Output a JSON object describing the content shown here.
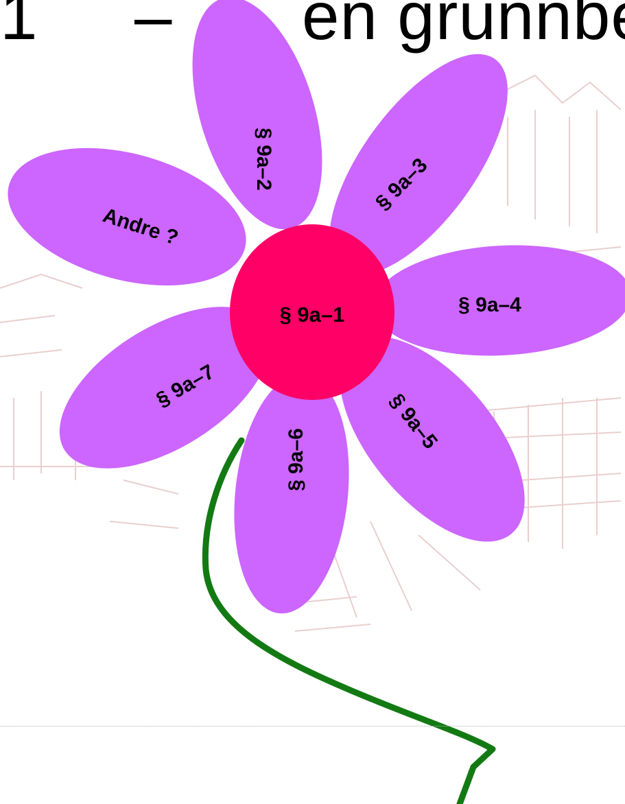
{
  "heading": {
    "number": "1",
    "dash": "–",
    "text": "en grunnbe"
  },
  "flower": {
    "center_label": "§ 9a–1",
    "petals": [
      {
        "id": "other",
        "label": "Andre ?"
      },
      {
        "id": "9a-2",
        "label": "§ 9a–2"
      },
      {
        "id": "9a-3",
        "label": "§ 9a–3"
      },
      {
        "id": "9a-4",
        "label": "§ 9a–4"
      },
      {
        "id": "9a-5",
        "label": "§ 9a–5"
      },
      {
        "id": "9a-6",
        "label": "§ 9a–6"
      },
      {
        "id": "9a-7",
        "label": "§ 9a–7"
      }
    ]
  },
  "colors": {
    "petal": "#cc66ff",
    "center": "#ff0066",
    "stem": "#137a13",
    "sketch": "#e7c9c9"
  }
}
